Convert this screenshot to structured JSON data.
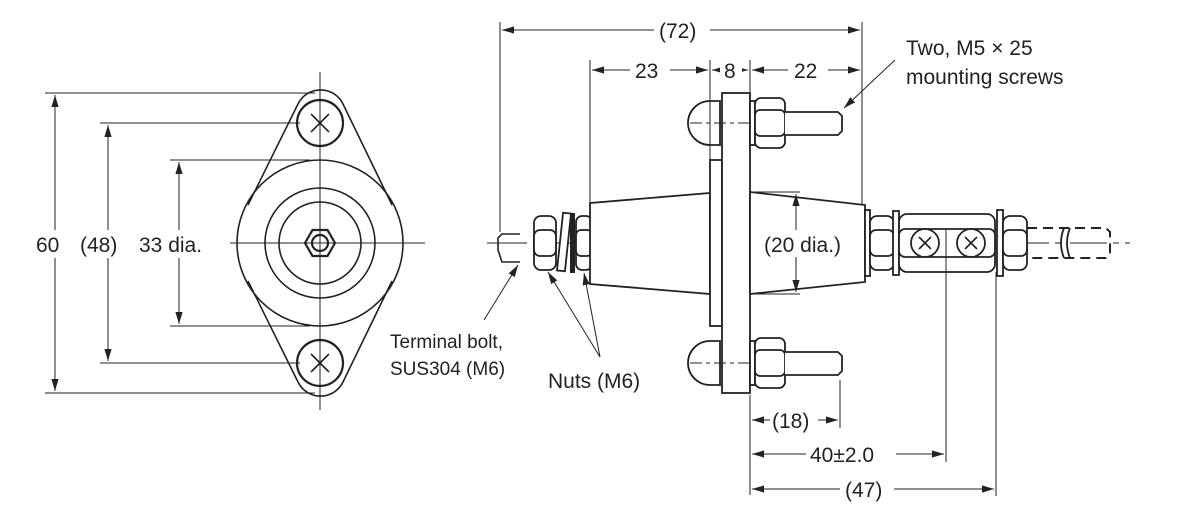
{
  "front_view": {
    "dim_overall_height": "60",
    "dim_hole_pitch": "(48)",
    "dim_body_diameter": "33 dia."
  },
  "side_view": {
    "dim_overall_length": "(72)",
    "dim_left_body": "23",
    "dim_flange": "8",
    "dim_right_body": "22",
    "dim_diameter": "(20 dia.)",
    "dim_screw_length": "(18)",
    "dim_terminal_range": "40±2.0",
    "dim_total_right": "(47)",
    "label_screws_line1": "Two, M5 × 25",
    "label_screws_line2": "mounting screws",
    "label_bolt_line1": "Terminal bolt,",
    "label_bolt_line2": "SUS304 (M6)",
    "label_nuts": "Nuts  (M6)"
  }
}
